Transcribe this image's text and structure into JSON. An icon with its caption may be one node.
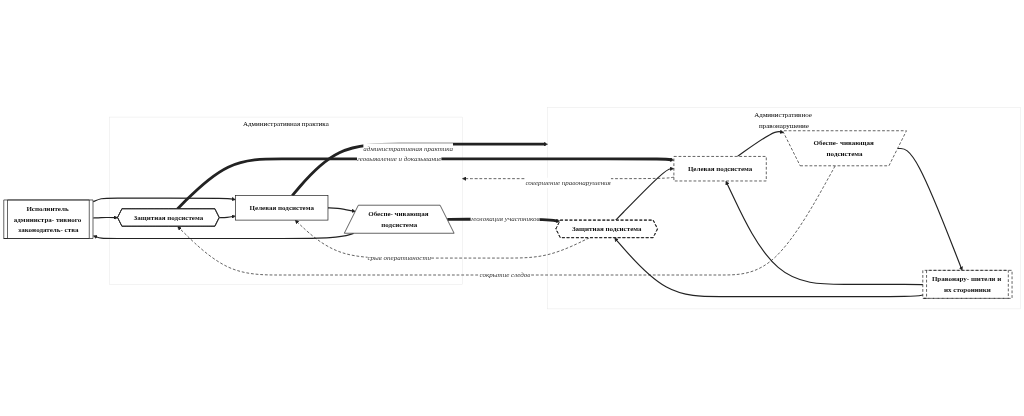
{
  "diagram": {
    "nodes": [
      {
        "text": [
          "Административная практика"
        ]
      },
      {
        "text": [
          "Исполнитель администра- тивного законодатель- ства"
        ]
      },
      {
        "text": [
          "Защитная подсистема"
        ],
        "in": 0
      },
      {
        "text": [
          "Целевая подсистема"
        ],
        "in": 0
      },
      {
        "text": [
          "Обеспе- чивающая подсистема"
        ],
        "in": 0
      },
      {
        "text": [
          "Административное правонарушение"
        ]
      },
      {
        "text": [
          "Обеспе- чивающая подсистема"
        ],
        "in": 5
      },
      {
        "text": [
          "Целевая подсистема"
        ],
        "in": 5
      },
      {
        "text": [
          "Правонару- шители и их сторонники"
        ],
        "in": 5
      },
      {
        "text": [
          "Защитная подсистема"
        ],
        "in": 5
      }
    ],
    "edges": [
      {
        "from": 1,
        "to": 2,
        "arrow": "to"
      },
      {
        "from": 1,
        "to": 3,
        "arrow": "to"
      },
      {
        "from": 2,
        "to": 3,
        "arrow": "to"
      },
      {
        "from": 3,
        "to": 4,
        "arrow": "to"
      },
      {
        "from": 4,
        "to": 1,
        "arrow": "to"
      },
      {
        "from": 2,
        "to": 7,
        "label": "геовыявление и доказывание",
        "arrow": "to",
        "style": "thick"
      },
      {
        "from": 3,
        "to": 5,
        "label": "административная практика",
        "arrow": "to",
        "style": "thick"
      },
      {
        "from": 4,
        "to": 9,
        "label": "геолокация участников",
        "arrow": "to",
        "style": "thick"
      },
      {
        "from": 6,
        "to": 2,
        "label": "сокрытие следов",
        "arrow": "to",
        "style": "dashed"
      },
      {
        "from": 7,
        "to": 0,
        "label": "совершение правонарушения",
        "arrow": "to",
        "style": "dashed"
      },
      {
        "from": 9,
        "to": 3,
        "label": "срыв оперативности",
        "arrow": "to",
        "style": "dashed"
      },
      {
        "from": 6,
        "to": 8,
        "arrow": "to"
      },
      {
        "from": 8,
        "to": 7,
        "arrow": "to"
      },
      {
        "from": 8,
        "to": 9,
        "arrow": "to"
      },
      {
        "from": 7,
        "to": 6,
        "arrow": "to"
      },
      {
        "from": 9,
        "to": 7,
        "arrow": "to"
      }
    ]
  }
}
